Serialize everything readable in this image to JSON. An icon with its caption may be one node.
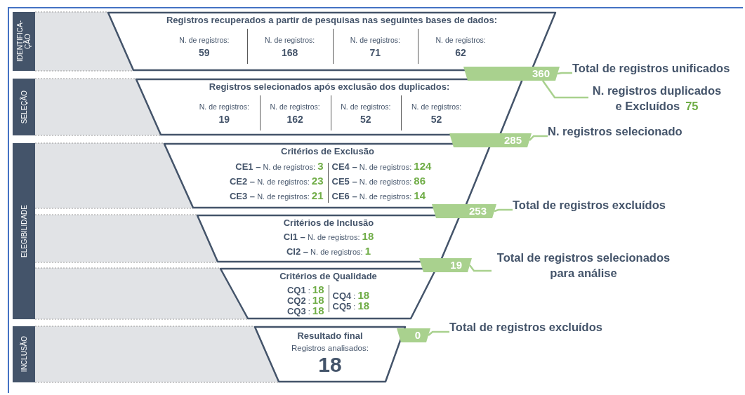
{
  "diagram": {
    "nodes": [
      {
        "text": [
          "IDENTIFICA- ÇÃO"
        ]
      },
      {
        "text": [
          "SELEÇÃO"
        ]
      },
      {
        "text": [
          "ELEGIBILIDADE"
        ]
      },
      {
        "text": [
          "INCLUSÃO"
        ]
      },
      {
        "text": [
          "Registros recuperados a partir de pesquisas nas seguintes bases de dados:",
          "N. de registros:",
          "59",
          "N. de registros:",
          "168",
          "N. de registros:",
          "71",
          "N. de registros:",
          "62"
        ]
      },
      {
        "text": [
          "Registros selecionados após exclusão dos duplicados:",
          "N. de registros:",
          "19",
          "N. de registros:",
          "162",
          "N. de registros:",
          "52",
          "N. de registros:",
          "52"
        ]
      },
      {
        "text": [
          "Critérios de Exclusão",
          "**CE1 –** N. de registros: **3**",
          "**CE2 –** N. de registros: **23**",
          "**CE3 –** N. de registros: **21**",
          "**CE4 –** N. de registros: **124**",
          "**CE5 –** N. de registros: **86**",
          "**CE6 –** N. de registros: **14**"
        ]
      },
      {
        "text": [
          "Critérios de Inclusão",
          "**CI1 –** N. de registros: **18**",
          "**CI2 –** N. de registros: **1**"
        ]
      },
      {
        "text": [
          "Critérios de Qualidade",
          "**CQ1** : **18**",
          "**CQ2** : **18**",
          "**CQ3** : **18**",
          "**CQ4** : **18**",
          "**CQ5** : **18**"
        ]
      },
      {
        "text": [
          "Resultado final",
          "Registros analisados:",
          "18"
        ]
      },
      {
        "text": [
          "360"
        ]
      },
      {
        "text": [
          "285"
        ]
      },
      {
        "text": [
          "253"
        ]
      },
      {
        "text": [
          "19"
        ]
      },
      {
        "text": [
          "0"
        ]
      },
      {
        "text": [
          "Total de registros unificados"
        ]
      },
      {
        "text": [
          "N. registros duplicados e Excluídos",
          "75"
        ]
      },
      {
        "text": [
          "N. registros selecionado"
        ]
      },
      {
        "text": [
          "Total de registros excluídos"
        ]
      },
      {
        "text": [
          "Total de registros selecionados para análise"
        ]
      },
      {
        "text": [
          "Total de registros excluídos"
        ]
      }
    ],
    "edges": [
      {
        "from": 10,
        "to": 15,
        "arrow": "none"
      },
      {
        "from": 10,
        "to": 16,
        "arrow": "none"
      },
      {
        "from": 11,
        "to": 17,
        "arrow": "none"
      },
      {
        "from": 12,
        "to": 18,
        "arrow": "none"
      },
      {
        "from": 13,
        "to": 19,
        "arrow": "none"
      },
      {
        "from": 14,
        "to": 20,
        "arrow": "none"
      }
    ]
  }
}
